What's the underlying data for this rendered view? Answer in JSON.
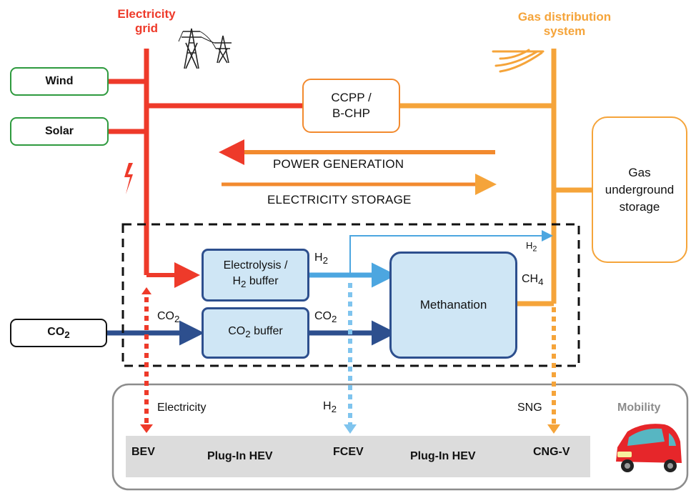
{
  "titles": {
    "grid_line1": "Electricity",
    "grid_line2": "grid",
    "gas_line1": "Gas distribution",
    "gas_line2": "system"
  },
  "sources": {
    "wind": "Wind",
    "solar": "Solar",
    "co2": "CO",
    "co2_sub": "2"
  },
  "ccpp": {
    "line1": "CCPP /",
    "line2": "B-CHP"
  },
  "gas_storage": {
    "line1": "Gas",
    "line2": "underground",
    "line3": "storage"
  },
  "flows": {
    "power_generation": "POWER GENERATION",
    "electricity_storage": "ELECTRICITY STORAGE"
  },
  "electrolysis": {
    "line1": "Electrolysis /",
    "line2_pre": "H",
    "line2_sub": "2",
    "line2_post": " buffer"
  },
  "co2_buffer": {
    "pre": "CO",
    "sub": "2",
    "post": " buffer"
  },
  "methanation": "Methanation",
  "labels": {
    "h2_main": "H",
    "h2_main_sub": "2",
    "h2_top": "H",
    "h2_top_sub": "2",
    "ch4": "CH",
    "ch4_sub": "4",
    "co2_left": "CO",
    "co2_left_sub": "2",
    "co2_right": "CO",
    "co2_right_sub": "2"
  },
  "mobility": {
    "title": "Mobility",
    "electricity": "Electricity",
    "h2": "H",
    "h2_sub": "2",
    "sng": "SNG",
    "vehicles": [
      "BEV",
      "Plug-In HEV",
      "FCEV",
      "Plug-In HEV",
      "CNG-V"
    ]
  },
  "colors": {
    "electricity": "#ee3a2a",
    "gas": "#f5a43a",
    "co2": "#2d4f8e",
    "hydrogen": "#4ca6e0",
    "wind_solar_border": "#2e9a3e"
  },
  "icons": [
    "power-pylon-icon",
    "lightning-icon",
    "gas-pipe-icon",
    "car-icon"
  ]
}
